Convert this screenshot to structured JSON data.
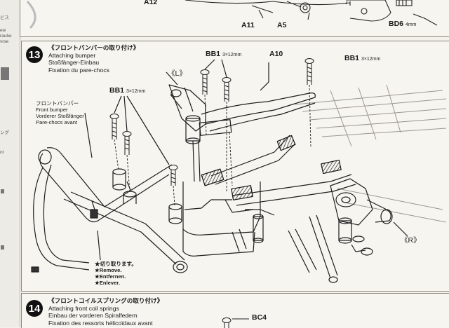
{
  "margin": {
    "lines": [
      "ビス",
      "ew",
      "raube",
      "vrse",
      "ング",
      "nt"
    ]
  },
  "top_strip": {
    "labels": [
      "A12",
      "A11",
      "A5",
      "BD6"
    ],
    "bd6_size": "4mm"
  },
  "step13": {
    "number": "13",
    "title_jp": "《フロントバンパーの取り付け》",
    "title_en": "Attaching bumper",
    "title_de": "Stoßfänger-Einbau",
    "title_fr": "Fixation du pare-chocs",
    "screw_code": "BB1",
    "screw_size": "3×12mm",
    "part_a10": "A10",
    "left_mark": "《L》",
    "right_mark": "《R》",
    "bumper_jp": "フロントバンパー",
    "bumper_en": "Front bumper",
    "bumper_de": "Vorderer Stoßfänger",
    "bumper_fr": "Pare-chocs avant",
    "remove_jp": "★切り取ります。",
    "remove_en": "★Remove.",
    "remove_de": "★Entfernen.",
    "remove_fr": "★Enlever."
  },
  "step14": {
    "number": "14",
    "title_jp": "《フロントコイルスプリングの取り付け》",
    "title_en": "Attaching front coil springs",
    "title_de": "Einbau der vorderen Spiralfedern",
    "title_fr": "Fixation des ressorts hélicoïdaux avant",
    "part_bc4": "BC4"
  }
}
